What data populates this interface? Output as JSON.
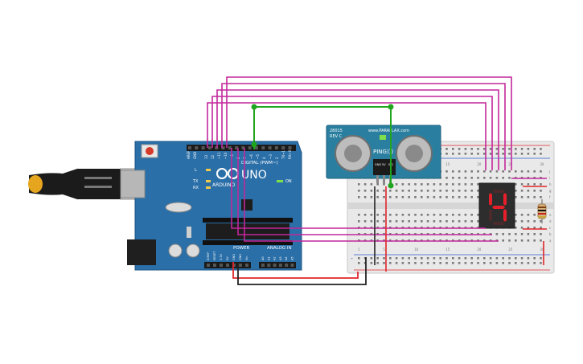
{
  "arduino": {
    "logo": "UNO",
    "brand": "ARDUINO",
    "digital_header": "DIGITAL (PWM~)",
    "power_header": "POWER",
    "analog_header": "ANALOG IN",
    "on_label": "ON",
    "tx_label": "TX",
    "rx_label": "RX",
    "l_label": "L",
    "aref": "AREF",
    "gnd": "GND",
    "digital_pins": [
      "13",
      "12",
      "~11",
      "~10",
      "~9",
      "8",
      "7",
      "~6",
      "~5",
      "4",
      "~3",
      "2",
      "TX→1",
      "RX←0"
    ],
    "power_pins": [
      "IOREF",
      "RESET",
      "3.3V",
      "5V",
      "GND",
      "GND",
      "Vin"
    ],
    "analog_pins": [
      "A0",
      "A1",
      "A2",
      "A3",
      "A4",
      "A5"
    ]
  },
  "sensor": {
    "model": "28015",
    "rev": "REV C",
    "maker": "www.PARALLAX.com",
    "name": "PING)))",
    "pins": [
      "GND",
      "5V",
      "SIG"
    ]
  },
  "display": {
    "digit": "4"
  },
  "breadboard": {
    "col_labels": [
      "1",
      "5",
      "10",
      "15",
      "20",
      "25",
      "30"
    ],
    "row_labels_top": [
      "j",
      "i",
      "h",
      "g",
      "f"
    ],
    "row_labels_bottom": [
      "e",
      "d",
      "c",
      "b",
      "a"
    ],
    "rail_plus": "+",
    "rail_minus": "-"
  },
  "colors": {
    "board": "#2a6fa8",
    "wire_signal": "#c2279b",
    "wire_green": "#21a51f",
    "wire_red": "#e0262a",
    "wire_black": "#222222",
    "segment_on": "#e6202a",
    "sensor_board": "#2a7fa0"
  }
}
